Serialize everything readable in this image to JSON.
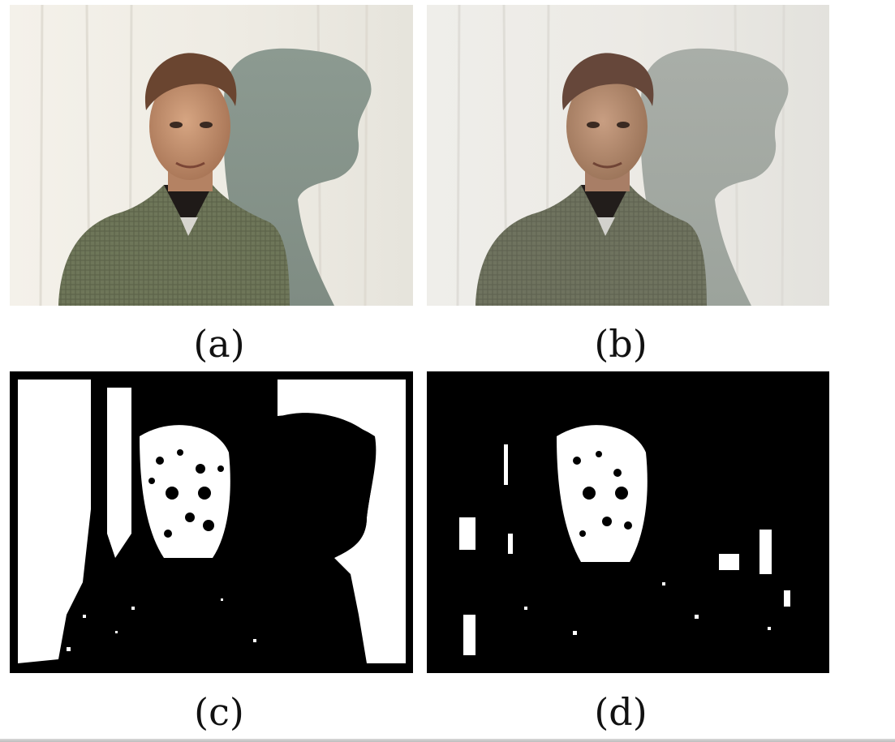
{
  "figure": {
    "panels": [
      {
        "id": "a",
        "caption": "(a)",
        "kind": "photograph"
      },
      {
        "id": "b",
        "caption": "(b)",
        "kind": "photograph-shadow-removed"
      },
      {
        "id": "c",
        "caption": "(c)",
        "kind": "binary-mask"
      },
      {
        "id": "d",
        "caption": "(d)",
        "kind": "binary-mask"
      }
    ]
  },
  "colors": {
    "curtain_light": "#f1efe8",
    "curtain_shade": "#dcdad2",
    "shadow": "#8f9a90",
    "shirt": "#6b7356",
    "hair": "#6a4530",
    "skin": "#c79572",
    "mask_black": "#000000",
    "mask_white": "#ffffff"
  }
}
